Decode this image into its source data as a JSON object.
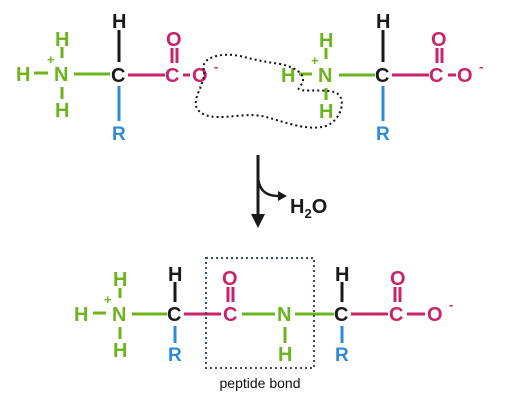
{
  "colors": {
    "amino": "#6db31e",
    "carboxyl": "#c8246a",
    "r_group": "#2e8bd6",
    "carbon": "#1a1a1a",
    "dotted": "#111111",
    "box": "#3a4a6a"
  },
  "labels": {
    "H": "H",
    "N": "N",
    "C": "C",
    "O": "O",
    "R": "R",
    "plus": "+",
    "minus": "-"
  },
  "water": {
    "h": "H",
    "sub": "2",
    "o": "O"
  },
  "caption": "peptide bond"
}
